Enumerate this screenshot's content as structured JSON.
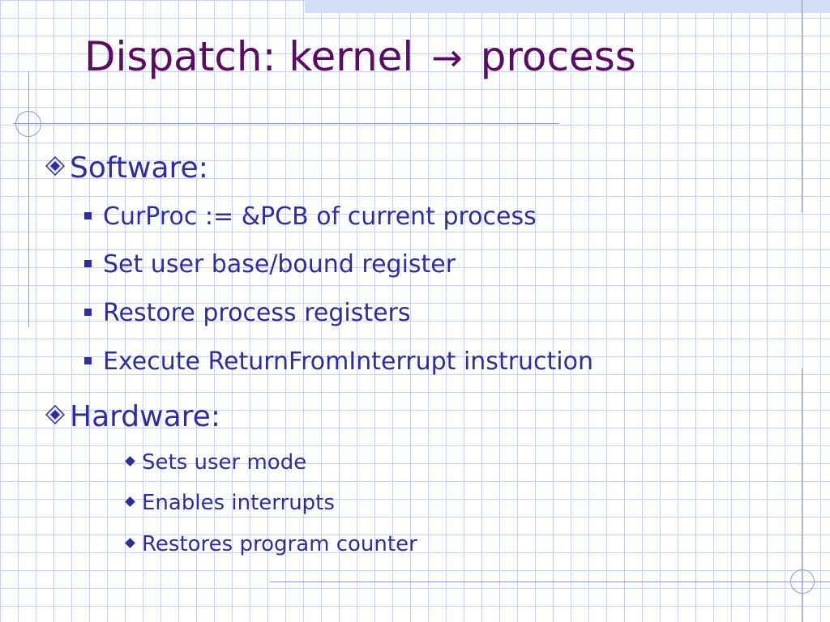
{
  "slide": {
    "title": {
      "before": "Dispatch: kernel",
      "arrow": "→",
      "after": "process"
    },
    "sections": [
      {
        "heading": "Software:",
        "items": [
          "CurProc := &PCB of current process",
          "Set user base/bound register",
          "Restore process registers",
          "Execute ReturnFromInterrupt instruction"
        ]
      },
      {
        "heading": "Hardware:",
        "items": [
          "Sets user mode",
          "Enables interrupts",
          "Restores program counter"
        ]
      }
    ]
  },
  "colors": {
    "title": "#5c0b63",
    "text": "#2f2f99",
    "grid": "#c9d2ee",
    "accent": "#8b9fd8"
  }
}
